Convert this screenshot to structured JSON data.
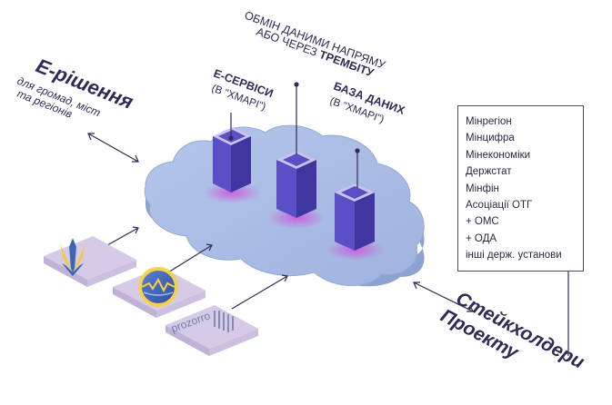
{
  "labels": {
    "e_rishennia_title": "Е-рішення",
    "e_rishennia_sub1": "для громад, міст",
    "e_rishennia_sub2": "та регіонів",
    "e_servisy_title": "Е-СЕРВІСИ",
    "e_servisy_sub": "(В \"ХМАРІ\")",
    "exchange_line1": "ОБМІН ДАНИМИ НАПРЯМУ",
    "exchange_line2_prefix": "АБО ЧЕРЕЗ ",
    "exchange_line2_bold": "ТРЕМБІТУ",
    "database_title": "БАЗА ДАНИХ",
    "database_sub": "(В \"ХМАРІ\")",
    "stakeholders_line1": "Стейкхолдери",
    "stakeholders_line2": "Проекту",
    "prozorro_logo": "prozorro"
  },
  "stakeholders": [
    "Мінрегіон",
    "Мінцифра",
    "Мінекономіки",
    "Держстат",
    "Мінфін",
    "Асоціації ОТГ",
    "+ ОМС",
    "+ ОДА",
    "інші держ. установи"
  ],
  "colors": {
    "cloud_top": "#a9bce3",
    "cloud_side": "#8ea2cf",
    "tower_front": "#5a4fc4",
    "tower_side": "#3f36a0",
    "tower_top": "#c9c4f0",
    "text_dark": "#2f2a57",
    "tile_bg": "#e4dcef",
    "accent_yellow": "#f5d04c",
    "accent_blue": "#3f64b6"
  }
}
